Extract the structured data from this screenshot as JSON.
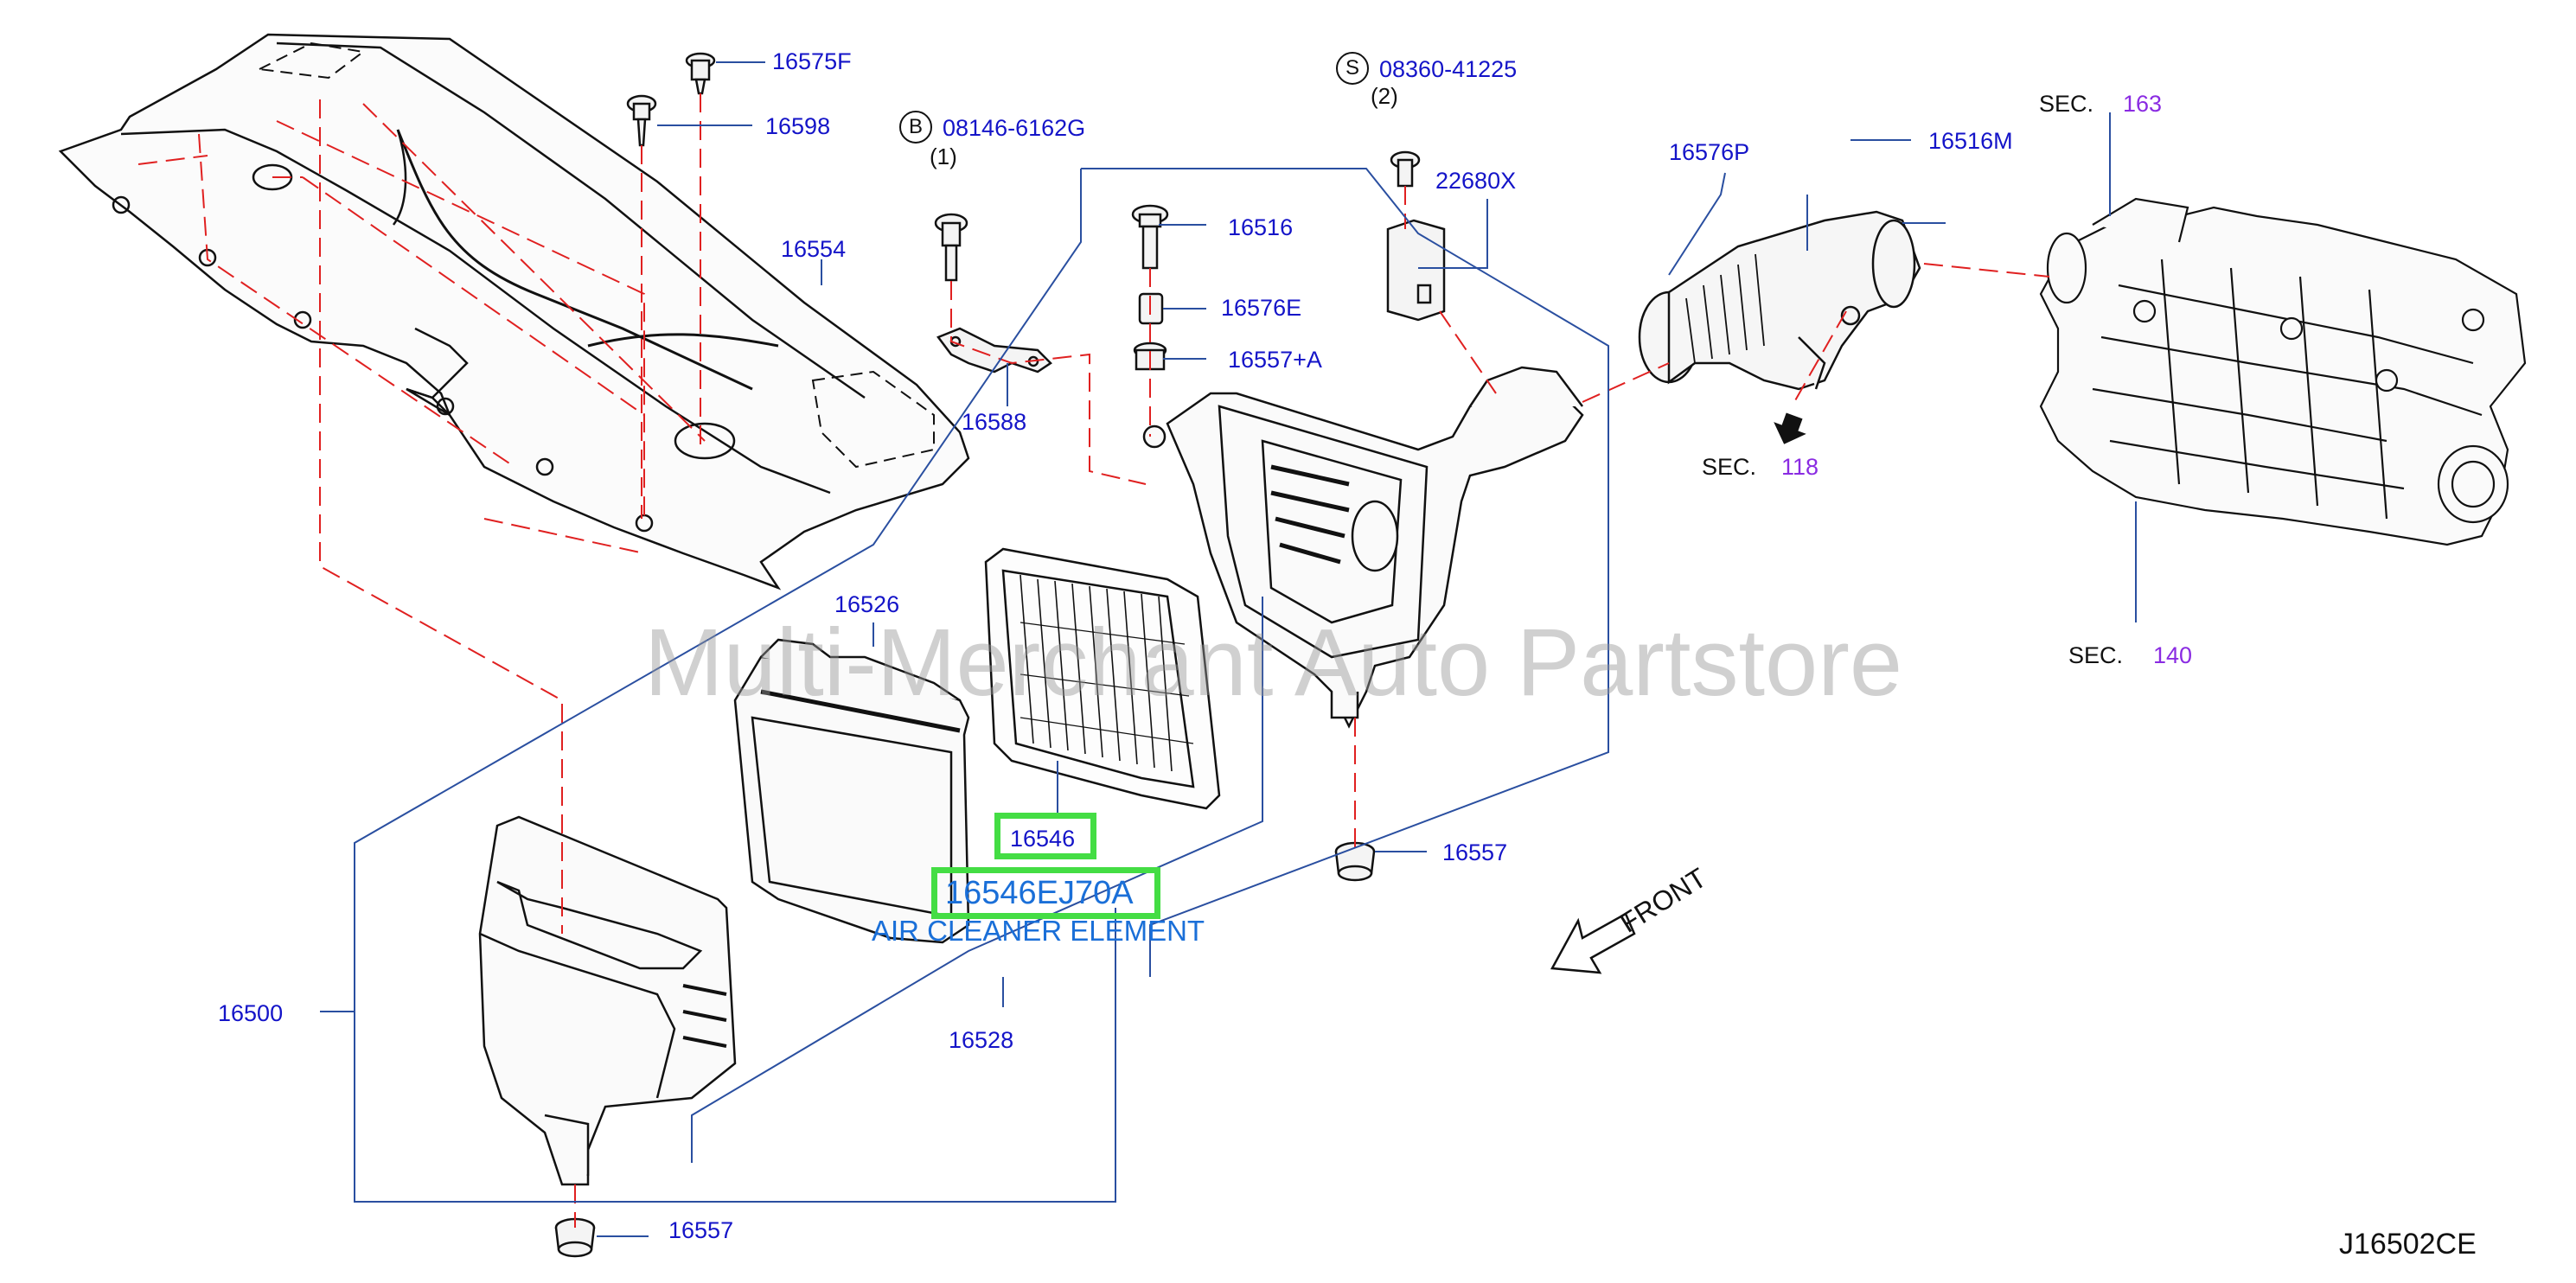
{
  "parts": {
    "p16575F": "16575F",
    "p16598": "16598",
    "p08146": "08146-6162G",
    "p08146_badge": "B",
    "p08146_qty": "(1)",
    "p08360": "08360-41225",
    "p08360_badge": "S",
    "p08360_qty": "(2)",
    "p22680X": "22680X",
    "p16554": "16554",
    "p16516": "16516",
    "p16576E": "16576E",
    "p16557A": "16557+A",
    "p16588": "16588",
    "p16576P": "16576P",
    "p16516M": "16516M",
    "p16526": "16526",
    "p16546": "16546",
    "p16557_right": "16557",
    "p16500": "16500",
    "p16528": "16528",
    "p16557_bottom": "16557"
  },
  "sections": {
    "sec163_label": "SEC.",
    "sec163_num": "163",
    "sec118_label": "SEC.",
    "sec118_num": "118",
    "sec140_label": "SEC.",
    "sec140_num": "140"
  },
  "highlight": {
    "part_number": "16546EJ70A",
    "description": "AIR CLEANER ELEMENT",
    "box_color": "#44dd44",
    "text_color": "#1a6fd8"
  },
  "watermark": "Multi-Merchant Auto Partstore",
  "front_label": "FRONT",
  "diagram_code": "J16502CE",
  "colors": {
    "callout": "#1414c8",
    "section_number": "#8a2be2",
    "leader_dashed": "#e02020",
    "leader_solid": "#2a4fa0"
  }
}
